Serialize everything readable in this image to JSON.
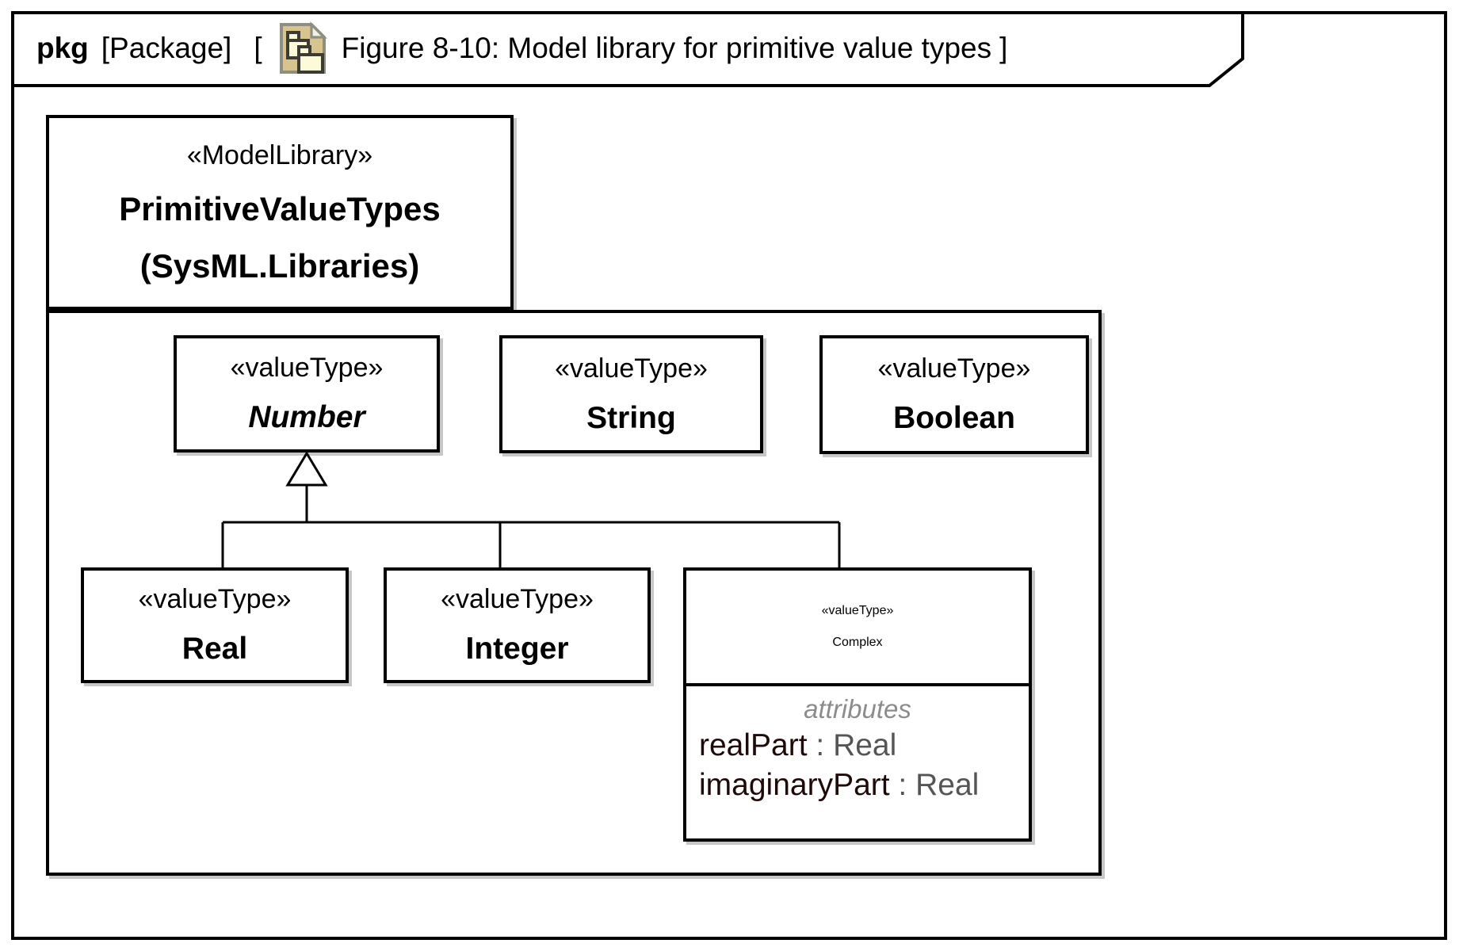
{
  "frame": {
    "keyword": "pkg",
    "kind": "[Package]",
    "open_bracket": "[",
    "icon": "package-diagram-icon",
    "title": "Figure 8-10: Model library for primitive value types",
    "close_bracket": "]"
  },
  "package": {
    "stereotype": "«ModelLibrary»",
    "name": "PrimitiveValueTypes",
    "qualifier": "(SysML.Libraries)"
  },
  "boxes": {
    "number": {
      "stereotype": "«valueType»",
      "name": "Number"
    },
    "string": {
      "stereotype": "«valueType»",
      "name": "String"
    },
    "boolean": {
      "stereotype": "«valueType»",
      "name": "Boolean"
    },
    "real": {
      "stereotype": "«valueType»",
      "name": "Real"
    },
    "integer": {
      "stereotype": "«valueType»",
      "name": "Integer"
    },
    "complex": {
      "stereotype": "«valueType»",
      "name": "Complex",
      "compartment_label": "attributes",
      "attributes": [
        {
          "name": "realPart",
          "sep": " : ",
          "type": "Real"
        },
        {
          "name": "imaginaryPart",
          "sep": " : ",
          "type": "Real"
        }
      ]
    }
  },
  "relationships": {
    "type": "generalization",
    "parent": "Number",
    "children": [
      "Real",
      "Integer",
      "Complex"
    ]
  },
  "colors": {
    "line": "#000000",
    "attribute_name": "#1e0a08",
    "attribute_type": "#555555",
    "compartment_label": "#8c8c8c",
    "icon_document": "#d8c48e",
    "icon_folder_fill": "#fdfad9",
    "icon_folder_border": "#3c3c32"
  }
}
